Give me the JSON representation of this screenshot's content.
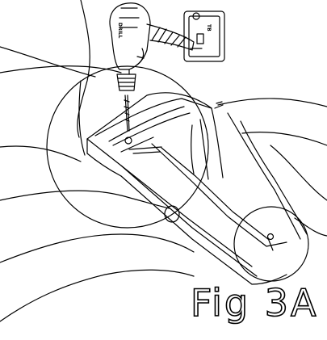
{
  "figure": {
    "label": "Fig 3A",
    "drill_body_text": "DRILL",
    "battery_text": "TB"
  },
  "colors": {
    "ink": "#000000",
    "paper": "#ffffff"
  }
}
